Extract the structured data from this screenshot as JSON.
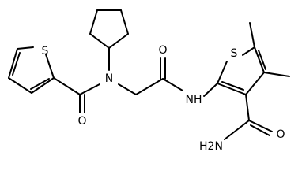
{
  "molecule": {
    "atoms": {
      "s_left": "S",
      "o_amide_left": "O",
      "n_tertiary": "N",
      "o_amide_mid": "O",
      "nh_linker": "NH",
      "s_right": "S",
      "nh2": "H2N",
      "o_amide_right": "O"
    },
    "colors": {
      "bond": "#000000",
      "label": "#000000",
      "background": "#ffffff"
    }
  }
}
